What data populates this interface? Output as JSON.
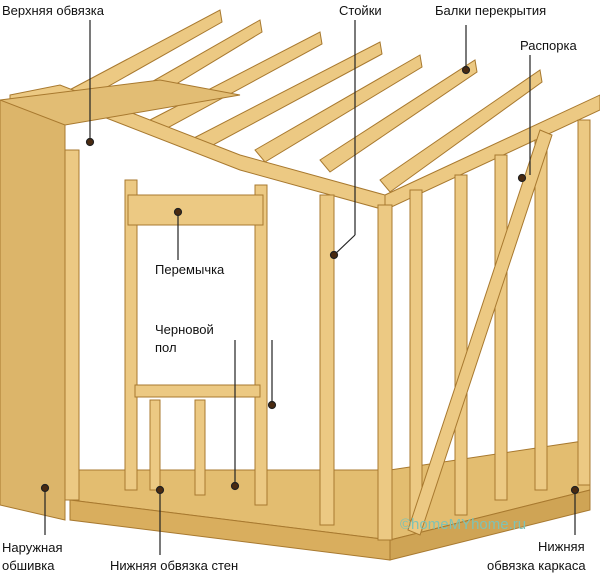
{
  "labels": {
    "top_plate": "Верхняя обвязка",
    "studs": "Стойки",
    "joists": "Балки перекрытия",
    "brace": "Распорка",
    "lintel": "Перемычка",
    "subfloor_1": "Черновой",
    "subfloor_2": "пол",
    "sheathing_1": "Наружная",
    "sheathing_2": "обшивка",
    "bottom_wall_plate": "Нижняя обвязка стен",
    "frame_sill_1": "Нижняя",
    "frame_sill_2": "обвязка каркаса"
  },
  "watermark": "©homeMYhome.ru",
  "colors": {
    "wood": "#e9c37a",
    "wood_dark": "#b88a3a",
    "osb": "#dcb56a",
    "line": "#222222"
  }
}
